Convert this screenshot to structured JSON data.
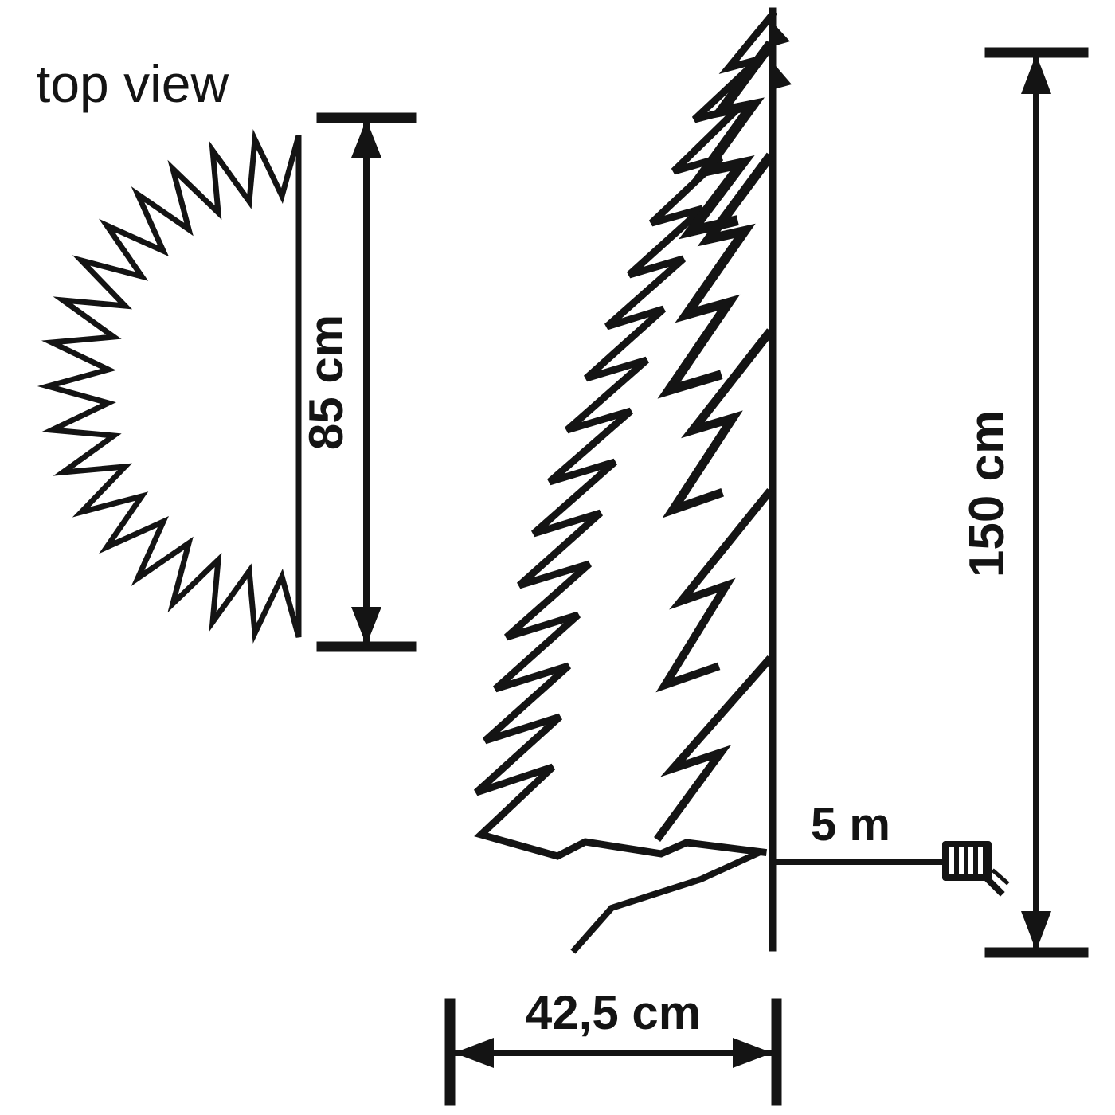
{
  "diagram": {
    "type": "product-dimension-drawing",
    "subject": "half artificial christmas tree (wall tree) with power adapter",
    "colors": {
      "line": "#141414",
      "background": "#ffffff"
    },
    "labels": {
      "top_view": "top view",
      "top_view_depth": "85 cm",
      "tree_height": "150 cm",
      "tree_width": "42,5 cm",
      "cable_length": "5 m"
    }
  }
}
